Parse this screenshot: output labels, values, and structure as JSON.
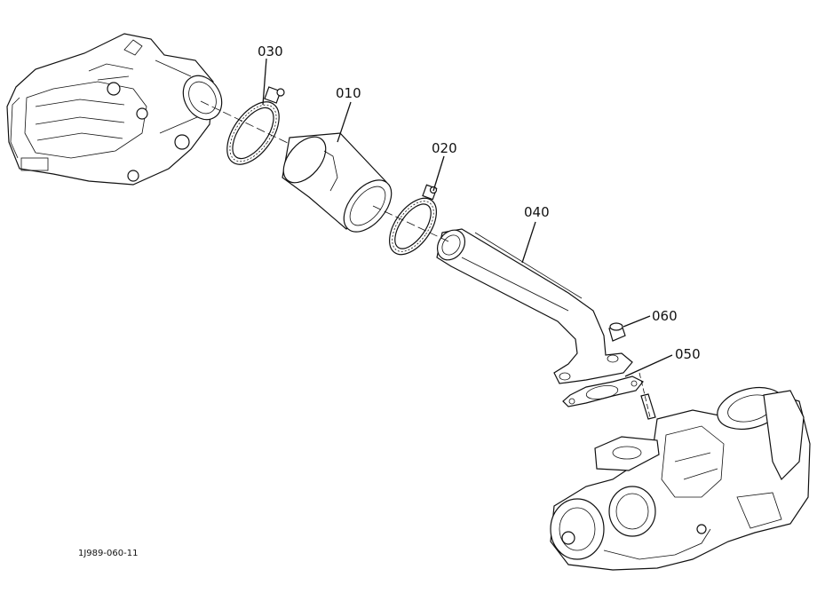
{
  "diagram": {
    "drawing_code": "1J989-060-11",
    "callouts": [
      {
        "id": "030",
        "text": "030"
      },
      {
        "id": "010",
        "text": "010"
      },
      {
        "id": "020",
        "text": "020"
      },
      {
        "id": "040",
        "text": "040"
      },
      {
        "id": "060",
        "text": "060"
      },
      {
        "id": "050",
        "text": "050"
      }
    ]
  }
}
